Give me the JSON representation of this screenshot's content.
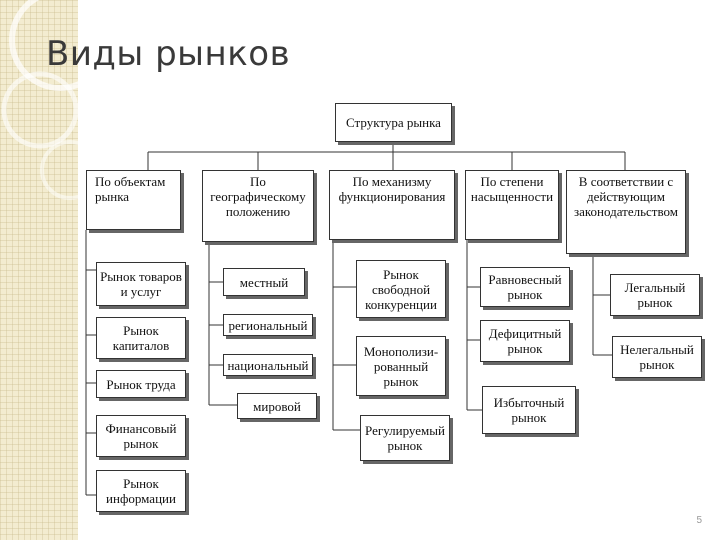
{
  "slide": {
    "title": "Виды рынков",
    "page_number": "5"
  },
  "diagram": {
    "root": "Структура рынка",
    "categories": {
      "objects": "По объектам\nрынка",
      "geography": "По\nгеографическому\nположению",
      "mechanism": "По механизму\nфункционирования",
      "saturation": "По степени\nнасыщенности",
      "law": "В соответствии с\nдействующим\nзаконодательством"
    },
    "objects_items": [
      "Рынок товаров\nи услуг",
      "Рынок\nкапиталов",
      "Рынок труда",
      "Финансовый\nрынок",
      "Рынок\nинформации"
    ],
    "geography_items": [
      "местный",
      "региональный",
      "национальный",
      "мировой"
    ],
    "mechanism_items": [
      "Рынок\nсвободной\nконкуренции",
      "Монополизи-\nрованный\nрынок",
      "Регулируемый\nрынок"
    ],
    "saturation_items": [
      "Равновесный\nрынок",
      "Дефицитный\nрынок",
      "Избыточный\nрынок"
    ],
    "law_items": [
      "Легальный\nрынок",
      "Нелегальный\nрынок"
    ]
  }
}
